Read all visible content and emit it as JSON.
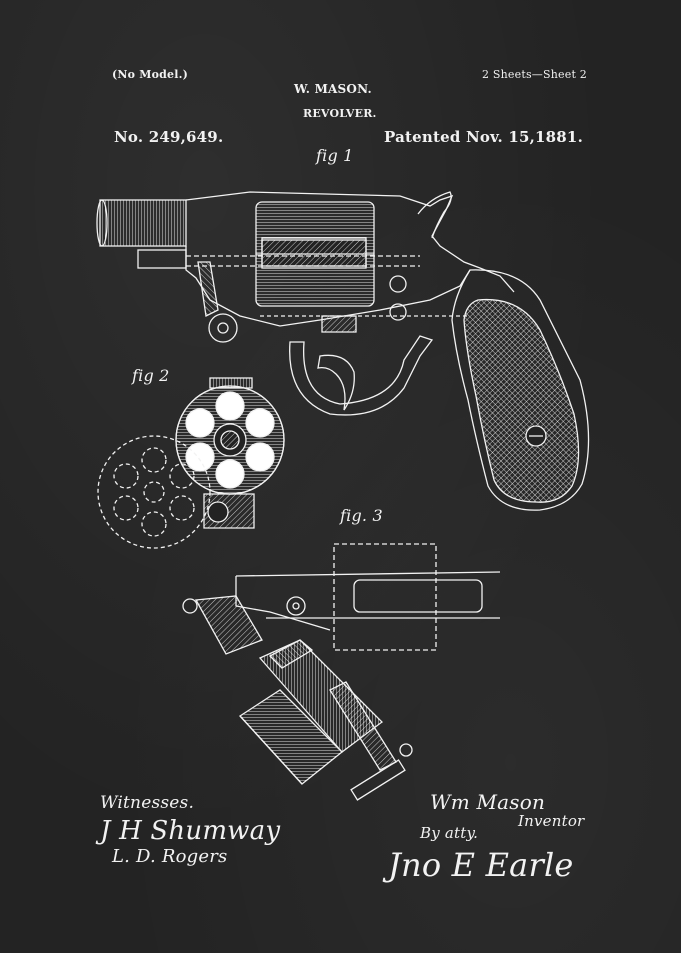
{
  "header": {
    "model_note": "(No Model.)",
    "inventor": "W. MASON.",
    "sheets": "2 Sheets—Sheet 2",
    "subject": "REVOLVER.",
    "patent_number": "No. 249,649.",
    "patent_date": "Patented Nov. 15,1881."
  },
  "figures": {
    "fig1": "fig 1",
    "fig2": "fig 2",
    "fig3": "fig. 3"
  },
  "signatures": {
    "witnesses_label": "Witnesses.",
    "witness_1": "J H Shumway",
    "witness_2": "L. D. Rogers",
    "inventor_signature": "Wm Mason",
    "inventor_label": "Inventor",
    "by_atty": "By atty.",
    "attorney_signature": "Jno E Earle"
  },
  "colors": {
    "background": "#232323",
    "ink": "#f2f2f2"
  }
}
